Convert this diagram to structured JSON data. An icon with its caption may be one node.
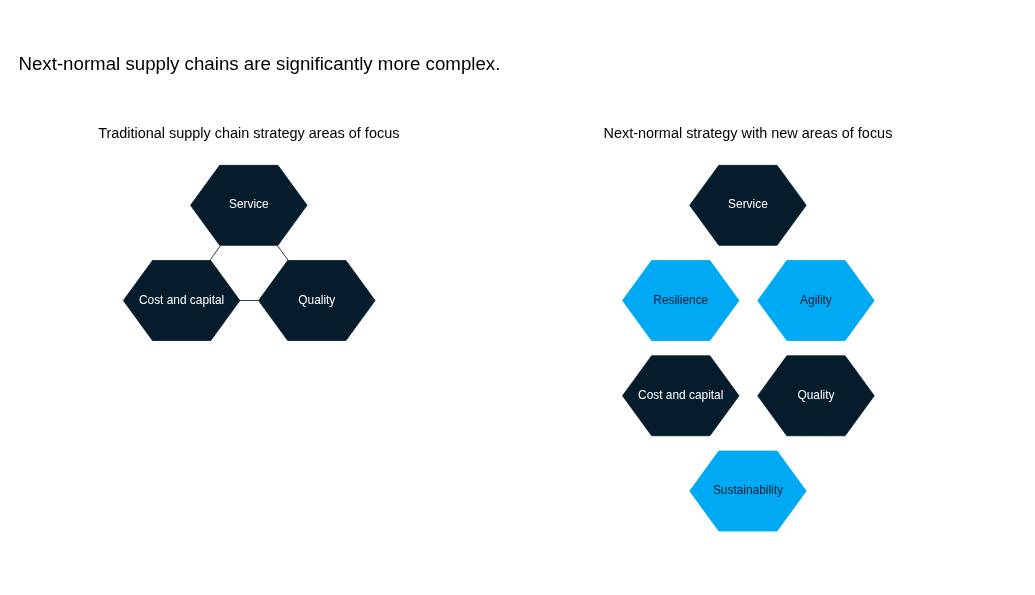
{
  "diagram": {
    "title": "Next-normal supply chains are significantly more complex.",
    "nodes": [
      {
        "text": [
          "Service"
        ]
      },
      {
        "text": [
          "Cost and capital"
        ]
      },
      {
        "text": [
          "Quality"
        ]
      },
      {
        "text": [
          "Service"
        ]
      },
      {
        "text": [
          "Resilience"
        ]
      },
      {
        "text": [
          "Agility"
        ]
      },
      {
        "text": [
          "Cost and capital"
        ]
      },
      {
        "text": [
          "Quality"
        ]
      },
      {
        "text": [
          "Sustainability"
        ]
      }
    ],
    "edges": [
      {
        "from": 0,
        "to": 1,
        "arrow": "none"
      },
      {
        "from": 0,
        "to": 2,
        "arrow": "none"
      },
      {
        "from": 1,
        "to": 2,
        "arrow": "none"
      }
    ],
    "labels": [
      "Traditional supply chain strategy areas of focus",
      "Next-normal strategy with new areas of focus"
    ]
  }
}
